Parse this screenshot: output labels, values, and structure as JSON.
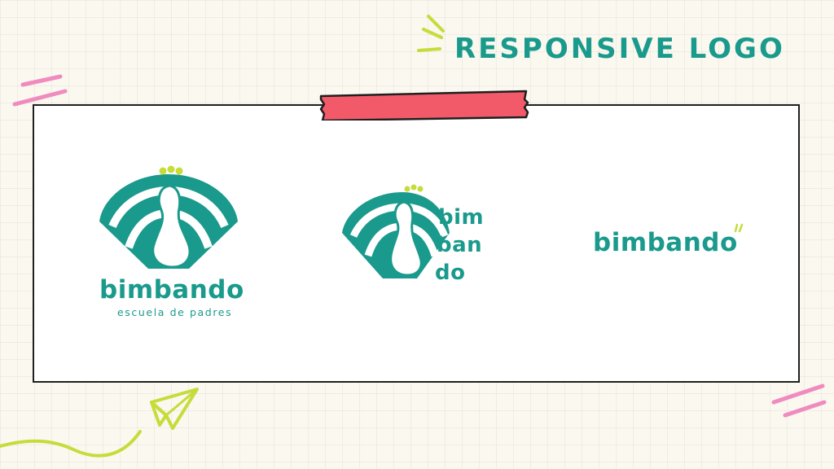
{
  "heading": "RESPONSIVE LOGO",
  "brand": {
    "name": "bimbando",
    "tagline": "escuela de padres",
    "stacked_lines": [
      "bim",
      "ban",
      "do"
    ]
  },
  "colors": {
    "teal": "#1a9a8c",
    "lime": "#c6dc3a",
    "pink": "#f08bbf",
    "tape": "#f25a6a",
    "background": "#faf8ef"
  },
  "logos": [
    {
      "variant": "full"
    },
    {
      "variant": "compact"
    },
    {
      "variant": "wordmark"
    }
  ]
}
